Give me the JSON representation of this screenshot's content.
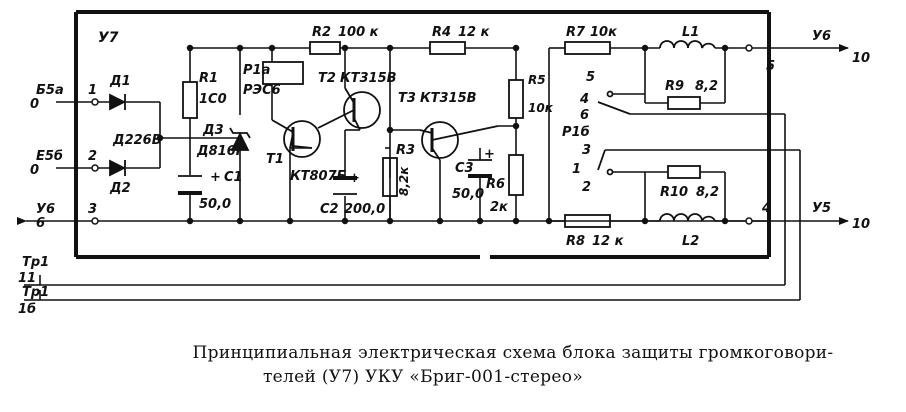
{
  "block": {
    "name": "У7"
  },
  "pins": {
    "in_a": {
      "net": "Б5а",
      "level": "0",
      "num": "1"
    },
    "in_b": {
      "net": "Е5б",
      "level": "0",
      "num": "2"
    },
    "gnd": {
      "net": "У6",
      "level": "6",
      "num": "3"
    },
    "out1": {
      "net": "У6",
      "num": "5",
      "level": "10"
    },
    "out2": {
      "net": "У5",
      "num": "4",
      "level": "10"
    },
    "tp1_a": {
      "label": "Тр1",
      "num": "11"
    },
    "tp1_b": {
      "label": "Тр1",
      "num": "1б"
    }
  },
  "components": {
    "d1": {
      "ref": "Д1"
    },
    "d2": {
      "ref": "Д2"
    },
    "d12_type": "Д226В",
    "r1": {
      "ref": "R1",
      "value": "1С0"
    },
    "c1": {
      "ref": "C1",
      "value": "50,0",
      "plus": "+"
    },
    "d3": {
      "ref": "Д3",
      "type": "Д816Г"
    },
    "p1a": {
      "ref": "P1а",
      "type": "РЭС6"
    },
    "r2": {
      "ref": "R2",
      "value": "100 к"
    },
    "t1": {
      "ref": "Т1",
      "type": "КТ807Б"
    },
    "t2": {
      "ref": "Т2",
      "type": "КТ315В"
    },
    "t3": {
      "ref": "Т3",
      "type": "КТ315В"
    },
    "c2": {
      "ref": "C2",
      "value": "200,0",
      "plus": "+"
    },
    "r3": {
      "ref": "R3",
      "value": "8,2к"
    },
    "r4": {
      "ref": "R4",
      "value": "12 к"
    },
    "c3": {
      "ref": "C3",
      "value": "50,0",
      "plus": "+"
    },
    "r5": {
      "ref": "R5",
      "value": "10к"
    },
    "r6": {
      "ref": "R6",
      "value": "2к"
    },
    "r7": {
      "ref": "R7",
      "value": "10к"
    },
    "l1": {
      "ref": "L1"
    },
    "r9": {
      "ref": "R9",
      "value": "8,2"
    },
    "p1b": {
      "ref": "P1б"
    },
    "sw1": {
      "c5": "5",
      "c4": "4",
      "c6": "6"
    },
    "sw2": {
      "c3": "3",
      "c1": "1",
      "c2": "2"
    },
    "r10": {
      "ref": "R10",
      "value": "8,2"
    },
    "r8": {
      "ref": "R8",
      "value": "12 к"
    },
    "l2": {
      "ref": "L2"
    }
  },
  "caption": {
    "line1": "Принципиальная электрическая схема блока защиты громкоговори-",
    "line2": "телей (У7) УКУ «Бриг-001-стерео»"
  }
}
